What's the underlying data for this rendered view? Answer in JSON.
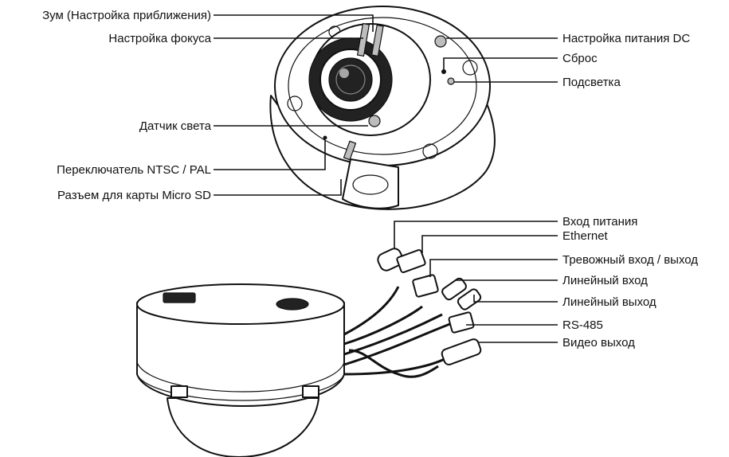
{
  "callouts": {
    "zoom": "Зум (Настройка приближения)",
    "focus": "Настройка фокуса",
    "light_sensor": "Датчик света",
    "ntsc_pal": "Переключатель NTSC / PAL",
    "microsd": "Разъем для карты Micro SD",
    "dc_power": "Настройка питания DC",
    "reset": "Сброс",
    "backlight": "Подсветка",
    "power_in": "Вход питания",
    "ethernet": "Ethernet",
    "alarm_io": "Тревожный вход / выход",
    "line_in": "Линейный вход",
    "line_out": "Линейный выход",
    "rs485": "RS-485",
    "video_out": "Видео выход"
  }
}
